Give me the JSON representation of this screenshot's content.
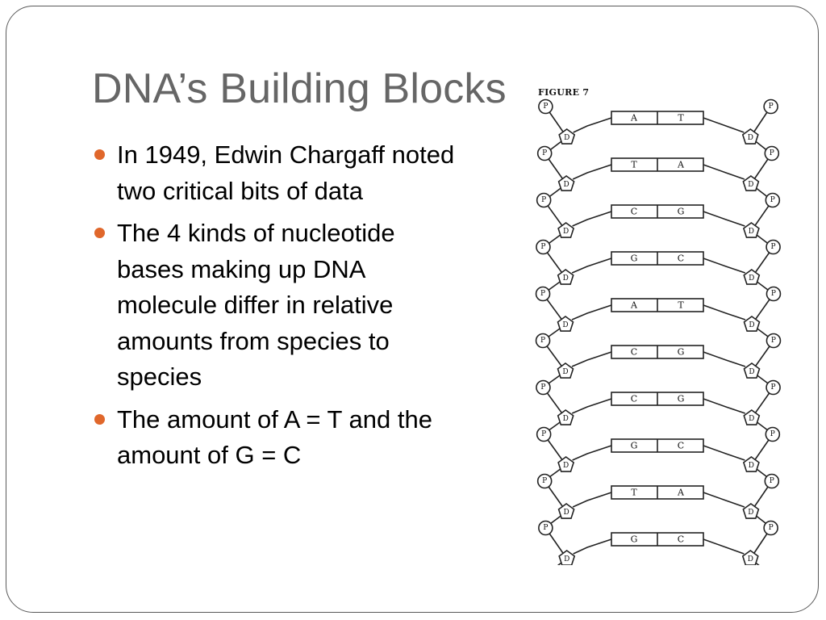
{
  "slide": {
    "title": "DNA’s Building Blocks",
    "bullets": [
      "In 1949, Edwin Chargaff noted two critical bits of data",
      "The 4 kinds of nucleotide bases making up DNA molecule differ in relative amounts from species to species",
      "The amount of A = T and the amount of G = C"
    ],
    "accent_color": "#e0672b",
    "title_color": "#666666"
  },
  "figure": {
    "caption": "FIGURE 7",
    "phosphate_label": "P",
    "sugar_label": "D",
    "base_pairs": [
      [
        "A",
        "T"
      ],
      [
        "T",
        "A"
      ],
      [
        "C",
        "G"
      ],
      [
        "G",
        "C"
      ],
      [
        "A",
        "T"
      ],
      [
        "C",
        "G"
      ],
      [
        "C",
        "G"
      ],
      [
        "G",
        "C"
      ],
      [
        "T",
        "A"
      ],
      [
        "G",
        "C"
      ]
    ]
  }
}
